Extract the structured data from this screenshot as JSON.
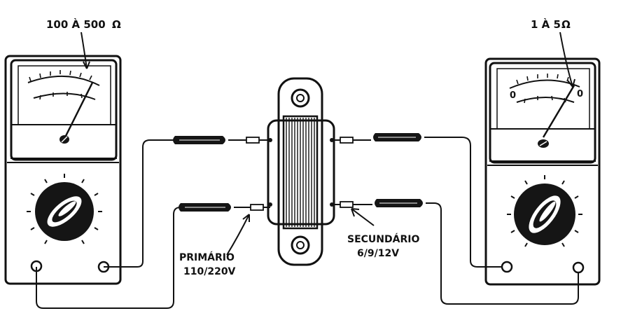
{
  "labels": {
    "left_meter_range": "100 À 500",
    "left_meter_unit": "Ω",
    "right_meter_range": "1 À 5",
    "right_meter_unit": "Ω",
    "primary_title": "PRIMÁRIO",
    "primary_voltage": "110/220V",
    "secondary_title": "SECUNDÁRIO",
    "secondary_voltage": "6/9/12V",
    "right_scale_left": "0",
    "right_scale_right": "0"
  },
  "colors": {
    "ink": "#111111",
    "paper": "#ffffff"
  }
}
